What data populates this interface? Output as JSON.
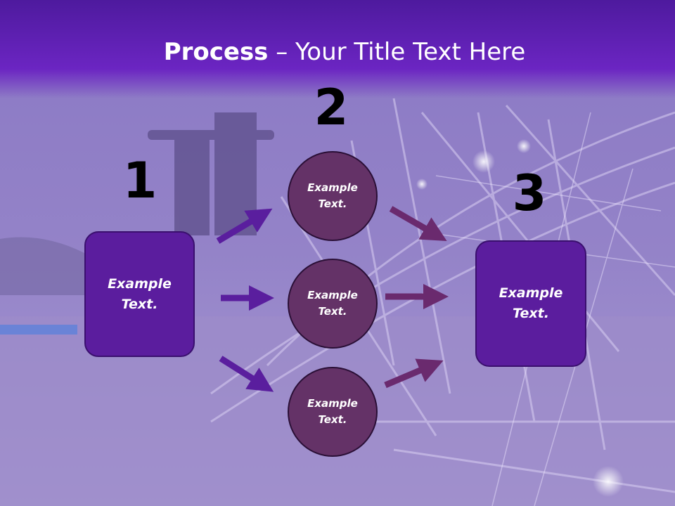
{
  "slide": {
    "title_bold": "Process",
    "title_rest": " – Your Title Text Here",
    "step_numbers": [
      "1",
      "2",
      "3"
    ],
    "left_box": "Example\nText.",
    "right_box": "Example\nText.",
    "circles": [
      "Example\nText.",
      "Example\nText.",
      "Example\nText."
    ]
  },
  "colors": {
    "title_band": "#5b1fb0",
    "box_fill": "#5b1d9e",
    "circle_fill": "#643267",
    "arrow_left": "#5a1e9e",
    "arrow_right": "#6a2a6e"
  }
}
